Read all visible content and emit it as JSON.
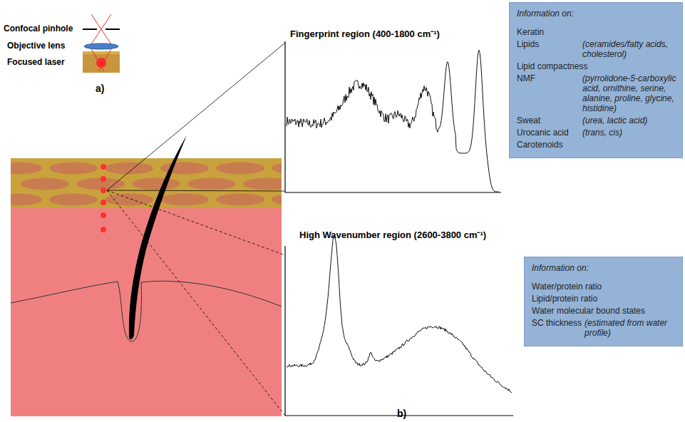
{
  "diagram": {
    "nodes": [
      {
        "text": [
          "Information on:",
          "Keratin",
          "Lipids",
          "(ceramides/fatty acids, cholesterol)",
          "Lipid compactness",
          "NMF",
          "(pyrrolidone-5-carboxylic acid, ornithine, serine, alanine, proline, glycine, histidine)",
          "Sweat",
          "(urea, lactic acid)",
          "Urocanic acid",
          "(trans, cis)",
          "Carotenoids"
        ]
      },
      {
        "text": [
          "Information on:",
          "Water/protein ratio",
          "Lipid/protein ratio",
          "Water molecular bound states",
          "SC thickness",
          "(estimated from water profile)"
        ]
      }
    ],
    "labels": [
      "Confocal pinhole",
      "Objective lens",
      "Focused laser",
      "a)",
      "Fingerprint region (400-1800 cm⁻¹)",
      "High Wavenumber region (2600-3800 cm⁻¹)",
      "b)"
    ]
  }
}
